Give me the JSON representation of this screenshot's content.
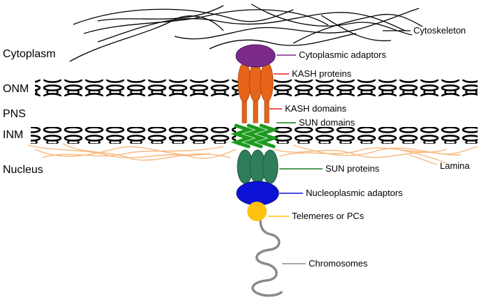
{
  "regions": {
    "cytoplasm": "Cytoplasm",
    "onm": "ONM",
    "pns": "PNS",
    "inm": "INM",
    "nucleus": "Nucleus"
  },
  "callouts": {
    "cytoskeleton": "Cytoskeleton",
    "cytoplasmic_adaptors": "Cytoplasmic adaptors",
    "kash_proteins": "KASH proteins",
    "kash_domains": "KASH domains",
    "sun_domains": "SUN domains",
    "sun_proteins": "SUN proteins",
    "lamina": "Lamina",
    "nucleoplasmic_adaptors": "Nucleoplasmic adaptors",
    "telemeres_or_pcs": "Telemeres or PCs",
    "chromosomes": "Chromosomes"
  },
  "colors": {
    "cytoplasmic_adaptor": "#7b2a8c",
    "kash": "#e8641a",
    "kash_line": "#e02020",
    "sun_domain": "#1e9a1e",
    "sun_protein": "#2e7d5b",
    "sun_line": "#1a7a1a",
    "nucleoplasmic_adaptor": "#0b12d6",
    "telomere": "#ffc20e",
    "lamina": "#f7b77a",
    "chromosome": "#8a8a8a"
  }
}
